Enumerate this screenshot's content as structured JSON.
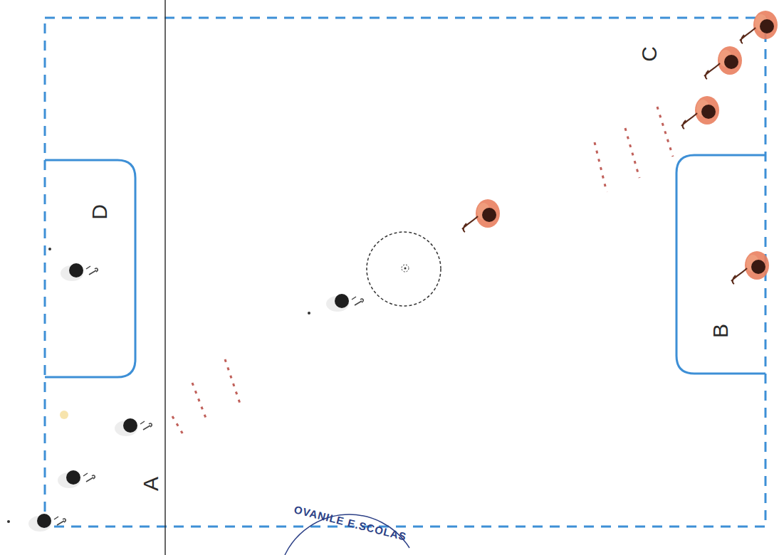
{
  "diagram": {
    "labels": [
      "C",
      "D",
      "B",
      "A",
      "OVANILE E.SCOLAS"
    ]
  }
}
